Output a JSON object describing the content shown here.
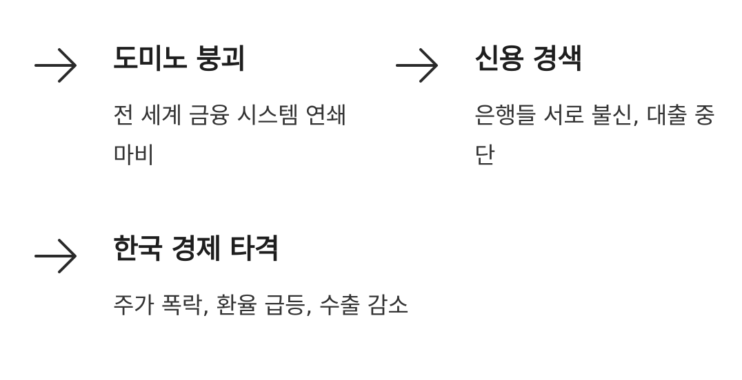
{
  "items": [
    {
      "icon": "arrow-right-icon",
      "title": "도미노 붕괴",
      "description": "전 세계 금융 시스템 연쇄 마비"
    },
    {
      "icon": "arrow-right-icon",
      "title": "신용 경색",
      "description": "은행들 서로 불신, 대출 중단"
    },
    {
      "icon": "arrow-right-icon",
      "title": "한국 경제 타격",
      "description": "주가 폭락, 환율 급등, 수출 감소"
    }
  ],
  "colors": {
    "text_primary": "#1e1e1e",
    "text_secondary": "#333333",
    "icon": "#2a2a2a",
    "background": "#ffffff"
  }
}
